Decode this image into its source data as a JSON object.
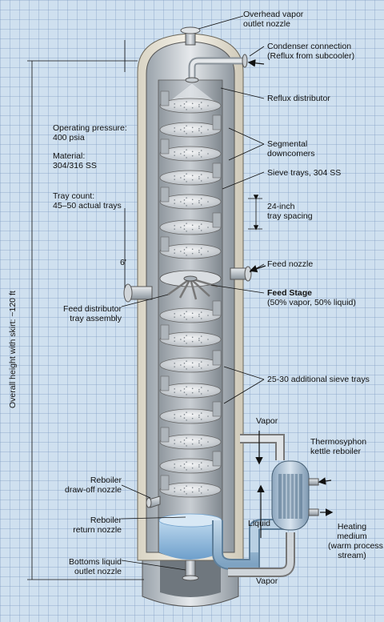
{
  "labels": {
    "overhead_vapor": [
      "Overhead vapor",
      "outlet nozzle"
    ],
    "condenser": [
      "Condenser connection",
      "(Reflux from subcooler)"
    ],
    "reflux_distributor": "Reflux distributor",
    "operating_pressure": [
      "Operating pressure:",
      " 400 psia"
    ],
    "material": [
      "Material:",
      "304/316 SS"
    ],
    "tray_count": [
      "Tray count:",
      " 45–50 actual trays"
    ],
    "segmental_downcomers": [
      "Segmental",
      "downcomers"
    ],
    "sieve_trays": "Sieve trays, 304 SS",
    "tray_spacing": [
      "24-inch",
      "tray spacing"
    ],
    "diameter": "6'",
    "feed_nozzle": "Feed nozzle",
    "feed_stage": "Feed Stage",
    "feed_stage_note": "(50% vapor, 50% liquid)",
    "feed_distributor": [
      "Feed distributor",
      "tray assembly"
    ],
    "additional_trays": "25-30 additional sieve trays",
    "overall_height": "Overall height with skirt: ~120 ft",
    "vapor_top": "Vapor",
    "reboiler_title": [
      "Thermosyphon",
      "kettle reboiler"
    ],
    "reboiler_drawoff": [
      "Reboiler",
      "draw-off nozzle"
    ],
    "reboiler_return": [
      "Reboiler",
      "return nozzle"
    ],
    "liquid": "Liquid",
    "heating_medium": [
      "Heating",
      "medium",
      "(warm process",
      "stream)"
    ],
    "bottoms_outlet": [
      "Bottoms liquid",
      "outlet nozzle"
    ],
    "vapor_bottom": "Vapor"
  }
}
